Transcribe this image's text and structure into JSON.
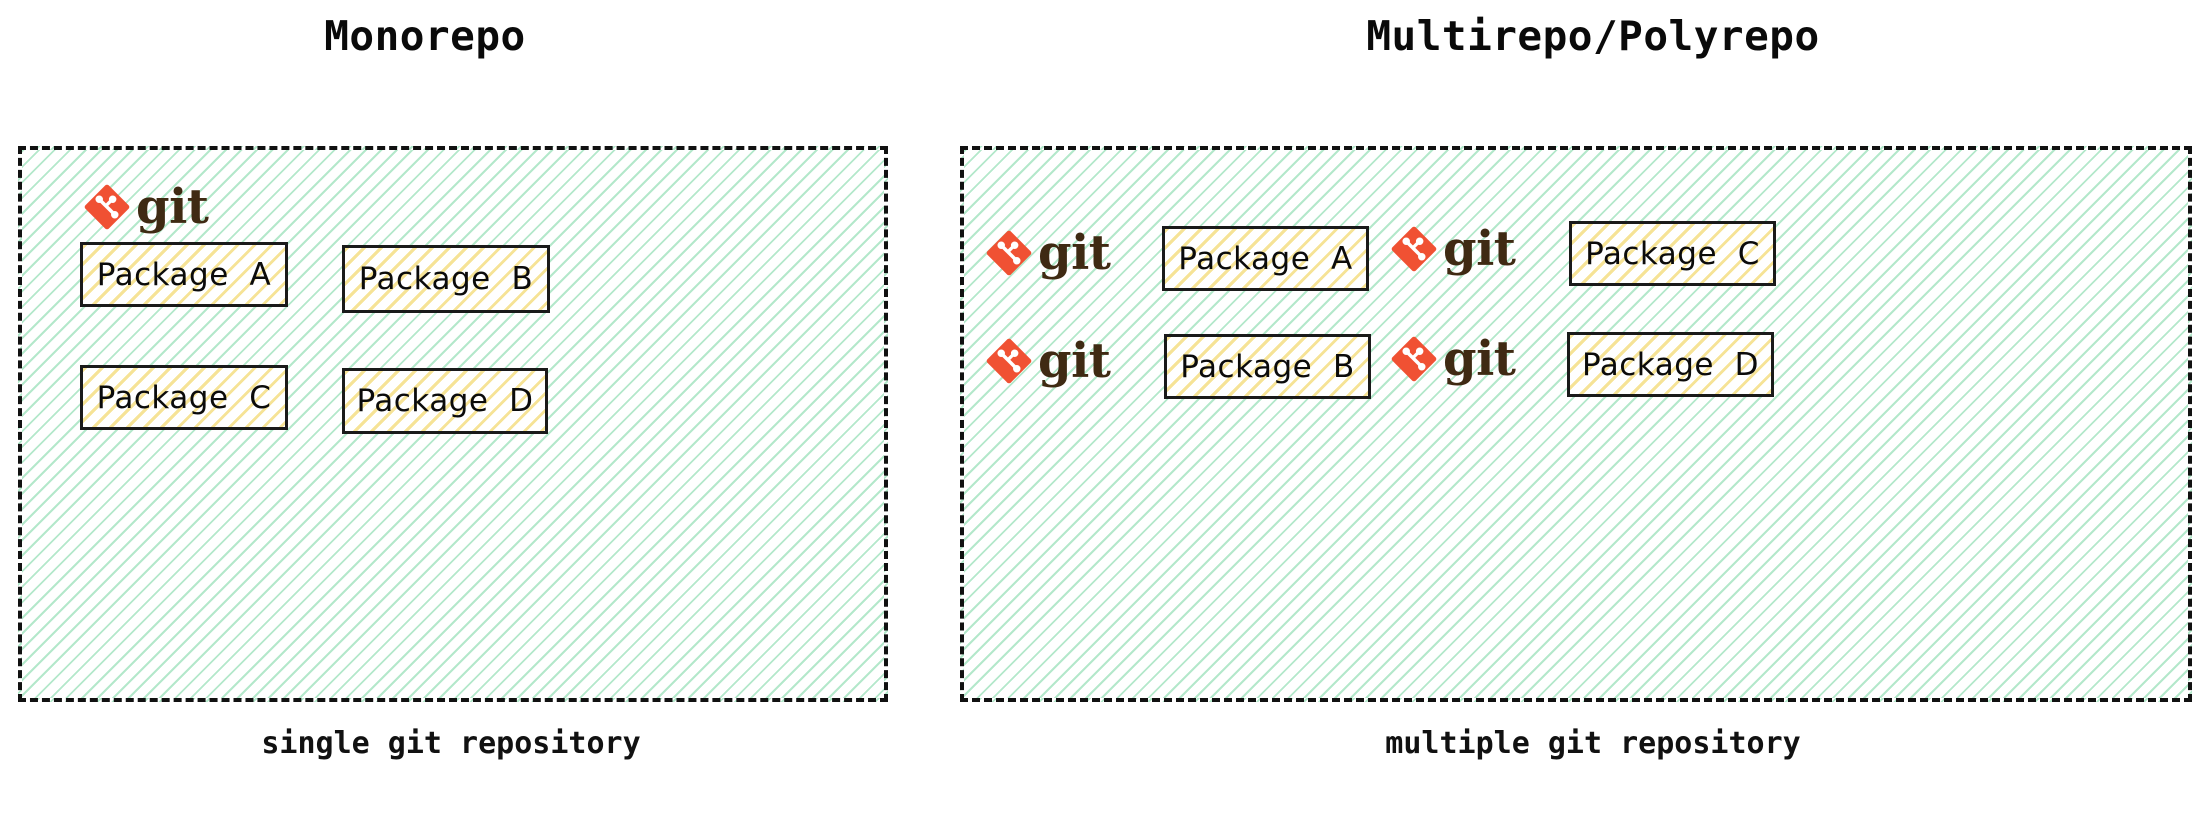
{
  "diagram": {
    "title_left": "Monorepo",
    "title_right": "Multirepo/Polyrepo",
    "caption_left": "single git repository",
    "caption_right": "multiple git repository",
    "git_wordmark": "git",
    "colors": {
      "git_orange": "#F05133",
      "git_word_brown": "#3F2A13",
      "panel_hatch_green": "#76D6A0",
      "package_hatch_yellow": "#F0D050",
      "border_black": "#111111",
      "text_black": "#0B0B0B",
      "background": "#FFFFFF"
    },
    "icons": {
      "git_mark": "git-diamond-icon"
    }
  },
  "monorepo": {
    "title": "Monorepo",
    "caption": "single git repository",
    "repositories": [
      {
        "label": "git"
      }
    ],
    "packages": [
      {
        "label": "Package  A"
      },
      {
        "label": "Package  B"
      },
      {
        "label": "Package  C"
      },
      {
        "label": "Package  D"
      }
    ]
  },
  "multirepo": {
    "title": "Multirepo/Polyrepo",
    "caption": "multiple git repository",
    "repositories": [
      {
        "label": "git",
        "package": "Package  A"
      },
      {
        "label": "git",
        "package": "Package  B"
      },
      {
        "label": "git",
        "package": "Package  C"
      },
      {
        "label": "git",
        "package": "Package  D"
      }
    ],
    "packages": [
      {
        "label": "Package  A"
      },
      {
        "label": "Package  B"
      },
      {
        "label": "Package  C"
      },
      {
        "label": "Package  D"
      }
    ]
  }
}
